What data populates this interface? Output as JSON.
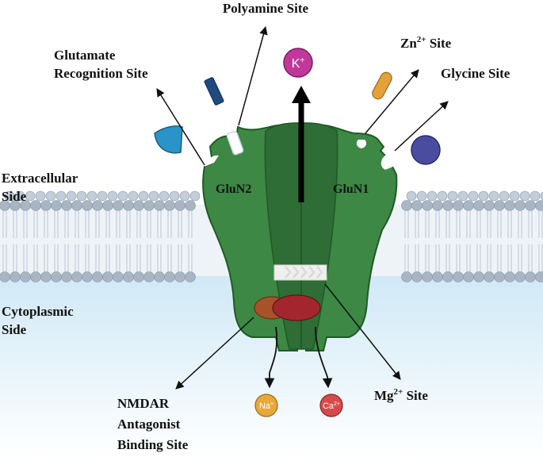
{
  "labels": {
    "polyamine": "Polyamine Site",
    "glutamate_line1": "Glutamate",
    "glutamate_line2": "Recognition Site",
    "zn_prefix": "Zn",
    "zn_sup": "2+",
    "zn_suffix": " Site",
    "glycine": "Glycine Site",
    "extracellular_line1": "Extracellular",
    "extracellular_line2": "Side",
    "cytoplasmic_line1": "Cytoplasmic",
    "cytoplasmic_line2": "Side",
    "glun2": "GluN2",
    "glun1": "GluN1",
    "mg_prefix": "Mg",
    "mg_sup": "2+",
    "mg_suffix": " Site",
    "nmdar_line1": "NMDAR",
    "nmdar_line2": "Antagonist",
    "nmdar_line3": "Binding Site"
  },
  "ions": {
    "k": "K",
    "k_sup": "+",
    "na": "Na",
    "na_sup": "+",
    "ca": "Ca",
    "ca_sup": "2+"
  },
  "colors": {
    "receptor_dark": "#2f6e35",
    "receptor_light": "#4f9d54",
    "receptor_mid": "#3f8445",
    "membrane_head": "#a8b6c4",
    "cytoplasm": "#dbeef8",
    "potassium": "#c0399a",
    "sodium": "#e8a93a",
    "calcium": "#d84a4a",
    "glutamate_ligand": "#2a94c8",
    "polyamine_ligand": "#1f4a80",
    "zinc_ligand": "#e3a33a",
    "glycine_ligand": "#4a4ca0",
    "antagonist_left": "#a8522a",
    "antagonist_right": "#a3262e"
  }
}
